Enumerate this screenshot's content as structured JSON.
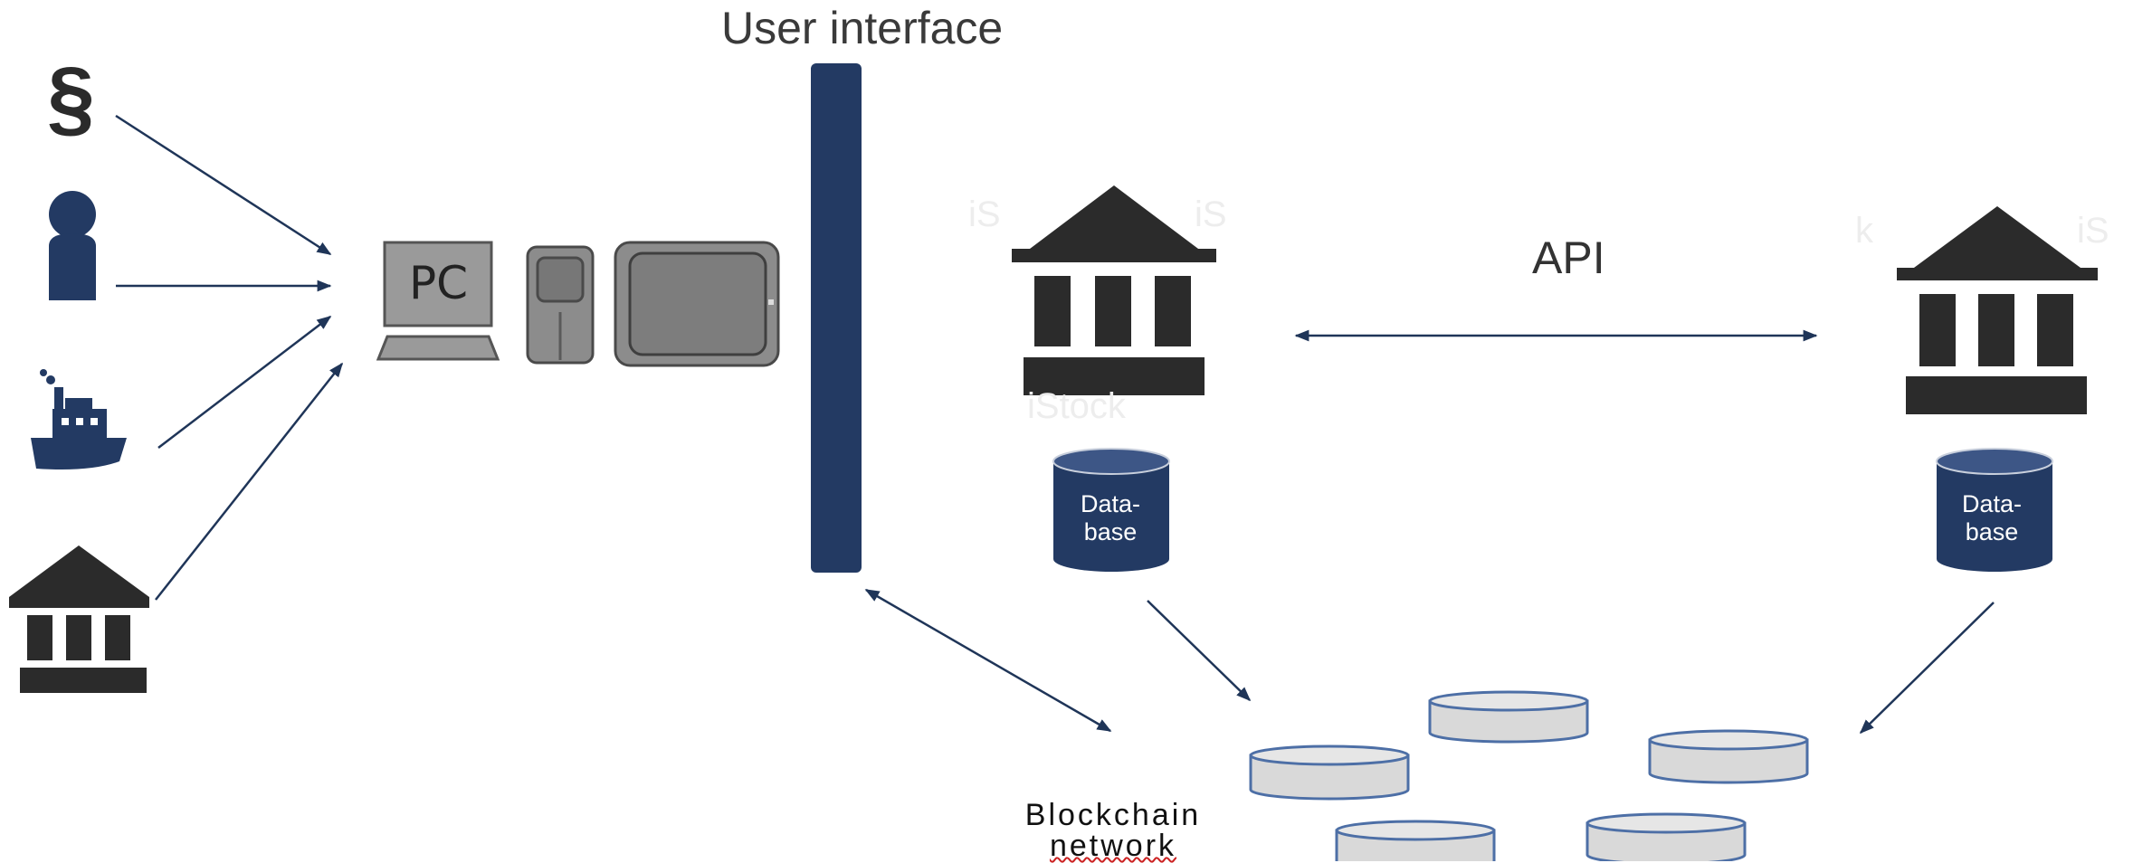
{
  "labels": {
    "user_interface": "User interface",
    "api": "API",
    "pc": "PC",
    "section_symbol": "§",
    "database_left": "Data-\nbase",
    "database_right": "Data-\nbase",
    "blockchain_line1": "Blockchain",
    "blockchain_line2": "network"
  },
  "colors": {
    "navy": "#233a63",
    "arrow": "#1f3558",
    "bank": "#2b2b2b",
    "device_gray": "#8c8c8c",
    "node_fill": "#d9d9d9",
    "node_border": "#4d6fa6"
  },
  "icons": [
    "section-symbol-icon",
    "person-icon",
    "ship-icon",
    "bank-icon",
    "pc-icon",
    "phone-icon",
    "tablet-icon",
    "database-icon",
    "blockchain-node-icon"
  ]
}
